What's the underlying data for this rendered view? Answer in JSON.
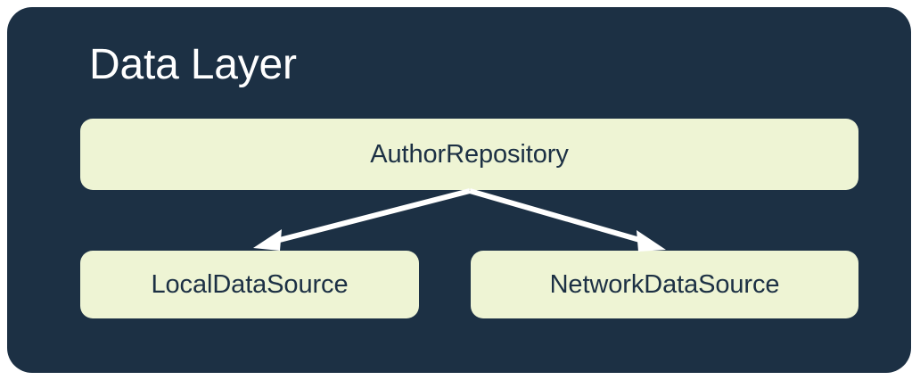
{
  "diagram": {
    "type": "architecture-layer-diagram",
    "title": "Data Layer",
    "container": {
      "background_color": "#1c3044",
      "title_color": "#ffffff"
    },
    "node_style": {
      "fill_color": "#eef4d4",
      "text_color": "#1c3044"
    },
    "connector_style": {
      "color": "#ffffff",
      "arrowhead": "filled-triangle"
    },
    "nodes": [
      {
        "id": "repository",
        "label": "AuthorRepository",
        "row": 1
      },
      {
        "id": "local",
        "label": "LocalDataSource",
        "row": 2
      },
      {
        "id": "network",
        "label": "NetworkDataSource",
        "row": 2
      }
    ],
    "edges": [
      {
        "id": "repository-to-local",
        "from": "repository",
        "to": "local",
        "direction": "down-left"
      },
      {
        "id": "repository-to-network",
        "from": "repository",
        "to": "network",
        "direction": "down-right"
      }
    ]
  }
}
